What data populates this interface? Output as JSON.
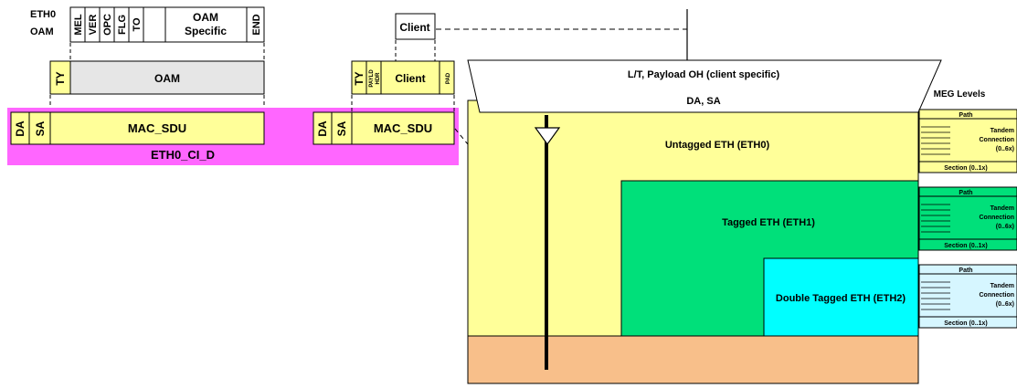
{
  "colors": {
    "yellow": "#ffff99",
    "magenta": "#ff66ff",
    "green": "#00e07a",
    "cyan": "#00ffff",
    "tan": "#f8bf8a",
    "light_cyan": "#d6f6ff",
    "light_grey": "#e6e6e6"
  },
  "header": {
    "eth0_oam": [
      "ETH0",
      "OAM"
    ],
    "fields": [
      "MEL",
      "VER",
      "OPC",
      "FLG",
      "TO"
    ],
    "oam_specific": [
      "OAM",
      "Specific"
    ],
    "end": "END"
  },
  "oam_frame": {
    "ty": "TY",
    "oam": "OAM"
  },
  "frame_left": {
    "da": "DA",
    "sa": "SA",
    "mac_sdu": "MAC_SDU",
    "caption": "ETH0_CI_D"
  },
  "client_frame": {
    "client_top": "Client",
    "ty": "TY",
    "payld_hdr": [
      "PAYLD",
      "HDR"
    ],
    "client": "Client",
    "pad": "PAD",
    "da": "DA",
    "sa": "SA",
    "mac_sdu": "MAC_SDU"
  },
  "stack": {
    "payload_oh": "L/T, Payload OH (client specific)",
    "da_sa": "DA, SA",
    "eth0": "Untagged ETH (ETH0)",
    "eth1": "Tagged ETH (ETH1)",
    "eth2": "Double Tagged ETH (ETH2)"
  },
  "meg": {
    "title": "MEG Levels",
    "path": "Path",
    "tandem": [
      "Tandem",
      "Connection",
      "(0..6x)"
    ],
    "section": "Section (0..1x)"
  }
}
